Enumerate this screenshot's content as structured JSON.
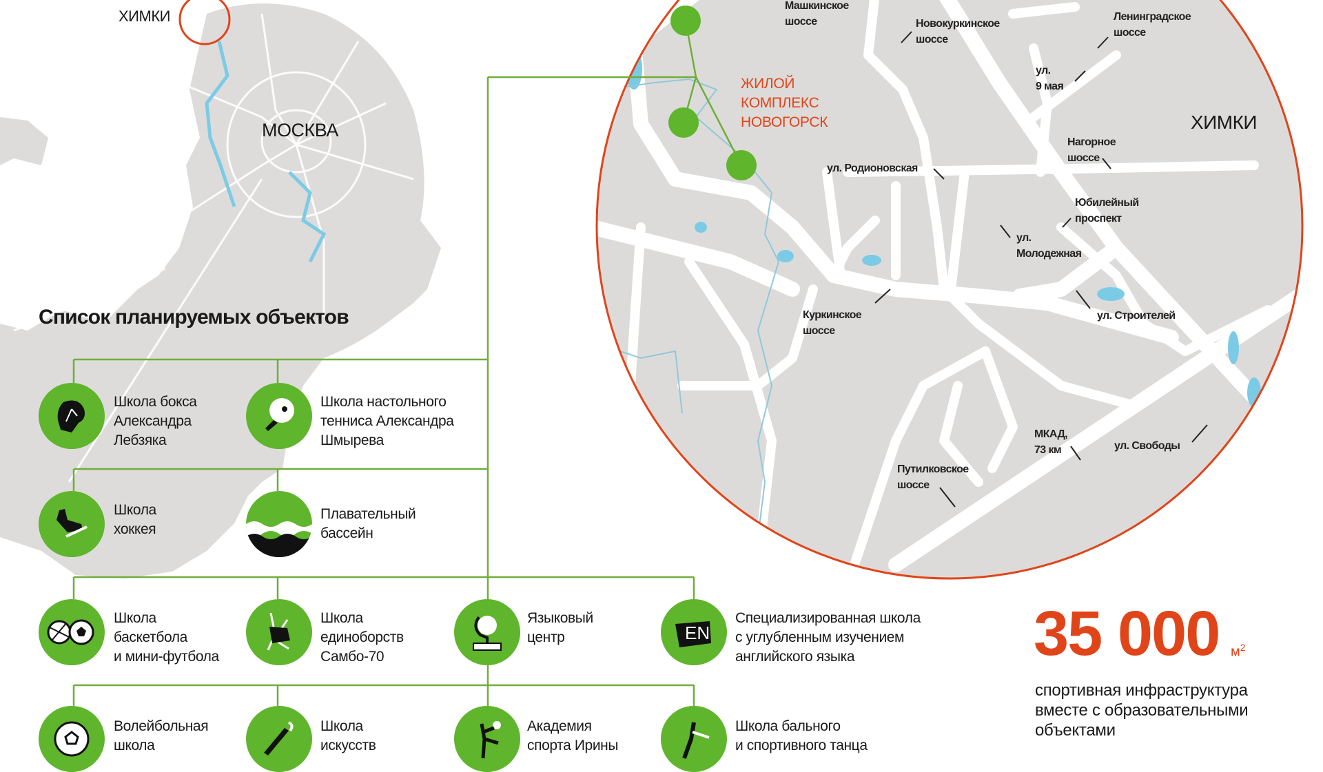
{
  "overview_map": {
    "city_label": "МОСКВА",
    "district_label": "ХИМКИ"
  },
  "detail_map": {
    "complex_lines": [
      "ЖИЛОЙ",
      "КОМПЛЕКС",
      "НОВОГОРСК"
    ],
    "district_label": "ХИМКИ",
    "streets": [
      {
        "l1": "Машкинское",
        "l2": "шоссе"
      },
      {
        "l1": "Новокуркинское",
        "l2": "шоссе"
      },
      {
        "l1": "Ленинградское",
        "l2": "шоссе"
      },
      {
        "l1": "ул.",
        "l2": "9 мая"
      },
      {
        "l1": "Нагорное",
        "l2": "шоссе"
      },
      {
        "l1": "ул. Родионовская",
        "l2": ""
      },
      {
        "l1": "Юбилейный",
        "l2": "проспект"
      },
      {
        "l1": "ул.",
        "l2": "Молодежная"
      },
      {
        "l1": "Куркинское",
        "l2": "шоссе"
      },
      {
        "l1": "ул. Строителей",
        "l2": ""
      },
      {
        "l1": "МКАД,",
        "l2": "73 км"
      },
      {
        "l1": "ул. Свободы",
        "l2": ""
      },
      {
        "l1": "Путилковское",
        "l2": "шоссе"
      }
    ]
  },
  "list": {
    "title": "Список планируемых объектов",
    "items": [
      {
        "icon": "boxing-glove-icon",
        "lines": [
          "Школа бокса",
          "Александра",
          "Лебзяка"
        ]
      },
      {
        "icon": "table-tennis-icon",
        "lines": [
          "Школа настольного",
          "тенниса Александра",
          "Шмырева"
        ]
      },
      {
        "icon": "hockey-skate-icon",
        "lines": [
          "Школа",
          "хоккея"
        ]
      },
      {
        "icon": "swimming-pool-icon",
        "lines": [
          "Плавательный",
          "бассейн"
        ]
      },
      {
        "icon": "basketball-football-icon",
        "lines": [
          "Школа",
          "баскетбола",
          "и мини-футбола"
        ]
      },
      {
        "icon": "wrestling-icon",
        "lines": [
          "Школа",
          "единоборств",
          "Самбо-70"
        ]
      },
      {
        "icon": "globe-book-icon",
        "lines": [
          "Языковый",
          "центр"
        ]
      },
      {
        "icon": "en-badge-icon",
        "icon_text": "EN",
        "lines": [
          "Специализированная школа",
          "с углубленным изучением",
          "английского языка"
        ]
      },
      {
        "icon": "volleyball-icon",
        "lines": [
          "Волейбольная",
          "школа"
        ]
      },
      {
        "icon": "paintbrush-icon",
        "lines": [
          "Школа",
          "искусств"
        ]
      },
      {
        "icon": "gymnast-icon",
        "lines": [
          "Академия",
          "спорта Ирины"
        ]
      },
      {
        "icon": "dancer-icon",
        "lines": [
          "Школа бального",
          "и спортивного танца"
        ]
      }
    ]
  },
  "stat": {
    "value": "35 000",
    "unit": "м",
    "unit_power": "2",
    "description": [
      "спортивная инфраструктура",
      "вместе с образовательными",
      "объектами"
    ]
  },
  "colors": {
    "green": "#5fb52b",
    "orange": "#e0451a",
    "land": "#dddbd9",
    "water": "#7ccbe6"
  }
}
